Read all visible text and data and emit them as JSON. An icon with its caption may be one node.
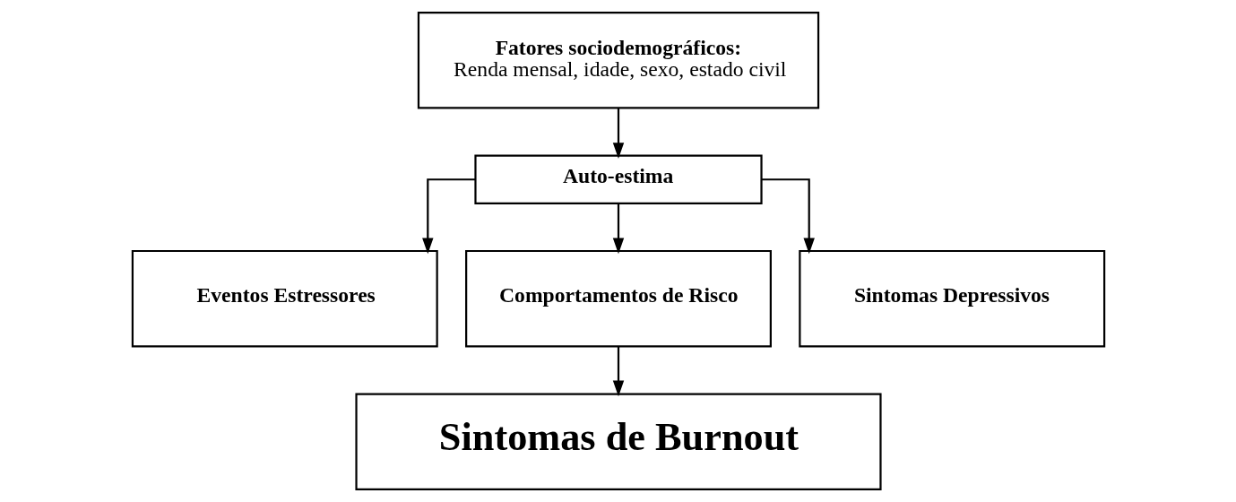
{
  "diagram": {
    "nodes": [
      {
        "text": [
          "Fatores sociodemográficos:",
          "Renda mensal, idade, sexo, estado civil"
        ]
      },
      {
        "text": [
          "Auto-estima"
        ]
      },
      {
        "text": [
          "Eventos Estressores"
        ]
      },
      {
        "text": [
          "Comportamentos de Risco"
        ]
      },
      {
        "text": [
          "Sintomas Depressivos"
        ]
      },
      {
        "text": [
          "Sintomas de Burnout"
        ]
      }
    ],
    "edges": [
      {
        "from": 0,
        "to": 1,
        "arrow": "to"
      },
      {
        "from": 1,
        "to": 2,
        "arrow": "to"
      },
      {
        "from": 1,
        "to": 3,
        "arrow": "to"
      },
      {
        "from": 1,
        "to": 4,
        "arrow": "to"
      },
      {
        "from": 3,
        "to": 5,
        "arrow": "to"
      }
    ]
  }
}
